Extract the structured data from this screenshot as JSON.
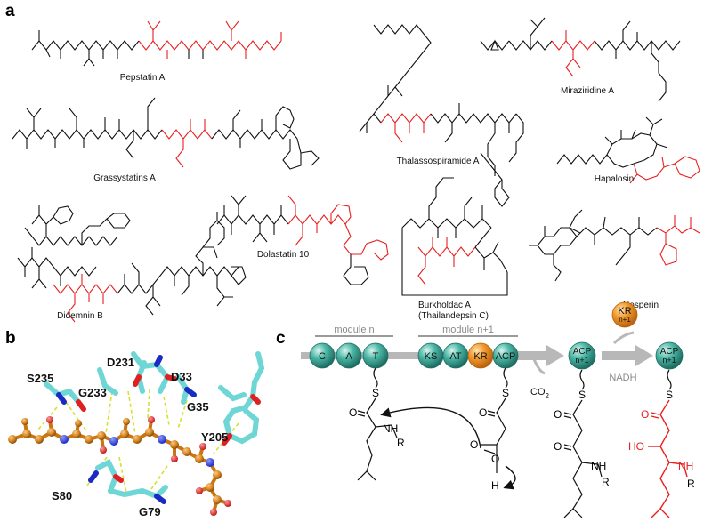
{
  "panels": {
    "a": "a",
    "b": "b",
    "c": "c"
  },
  "compounds": {
    "pepstatin": "Pepstatin A",
    "thalasso": "Thalassospiramide A",
    "miraziridine": "Miraziridine A",
    "grassystatin": "Grassystatins A",
    "hapalosin": "Hapalosin",
    "didemnin": "Didemnin B",
    "dolastatin": "Dolastatin 10",
    "burkholdac_1": "Burkholdac A",
    "burkholdac_2": "(Thailandepsin C)",
    "nosperin": "Nosperin"
  },
  "residues": {
    "d231": "D231",
    "s235": "S235",
    "g233": "G233",
    "d33": "D33",
    "g35": "G35",
    "y205": "Y205",
    "s80": "S80",
    "g79": "G79"
  },
  "pathway": {
    "module_n": "module n",
    "module_n1": "module n+1",
    "domains_n": [
      "C",
      "A",
      "T"
    ],
    "domains_n1": [
      "KS",
      "AT",
      "KR",
      "ACP"
    ],
    "acp": "ACP",
    "acp_sub": "n+1",
    "kr": "KR",
    "kr_sub": "n+1",
    "co2": "CO",
    "co2_sub": "2",
    "nadh": "NADH",
    "atoms": {
      "S": "S",
      "O": "O",
      "NH": "NH",
      "R": "R",
      "H": "H",
      "HO": "HO"
    }
  },
  "colors": {
    "highlight": "#e8201f",
    "sphere": "#2f9e8f",
    "kr_orange": "#f29a2e",
    "carbon_orange": "#d9851f",
    "stick_cyan": "#6fd6d6",
    "arrow_grey": "#b8b8b8"
  }
}
